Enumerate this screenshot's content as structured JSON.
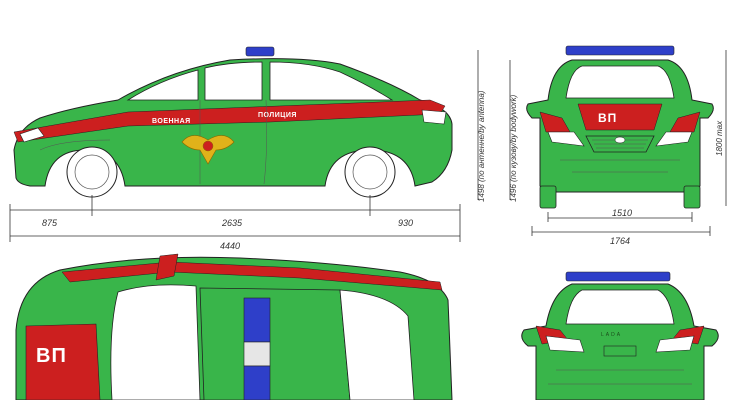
{
  "colors": {
    "body": "#39b54a",
    "stripe": "#cc1f1f",
    "glass": "#ffffff",
    "beacon_blue": "#2e3fc9",
    "beacon_white": "#e6e6e6",
    "emblem": "#e0b21a"
  },
  "side_view": {
    "door_text_left": "ВОЕННАЯ",
    "door_text_right": "ПОЛИЦИЯ",
    "emblem": "eagle-emblem-icon",
    "dims": {
      "front_overhang": "875",
      "wheelbase": "2635",
      "rear_overhang": "930",
      "length": "4440",
      "height_antenna": "1498 (по антенне/by antenna)",
      "height_body": "1496 (по кузову/by bodywork)"
    }
  },
  "front_view": {
    "badge": "ВП",
    "dims": {
      "track": "1510",
      "width": "1764",
      "height_max": "1800 max"
    }
  },
  "top_view": {
    "badge": "ВП"
  },
  "rear_view": {
    "brand": "LADA"
  }
}
